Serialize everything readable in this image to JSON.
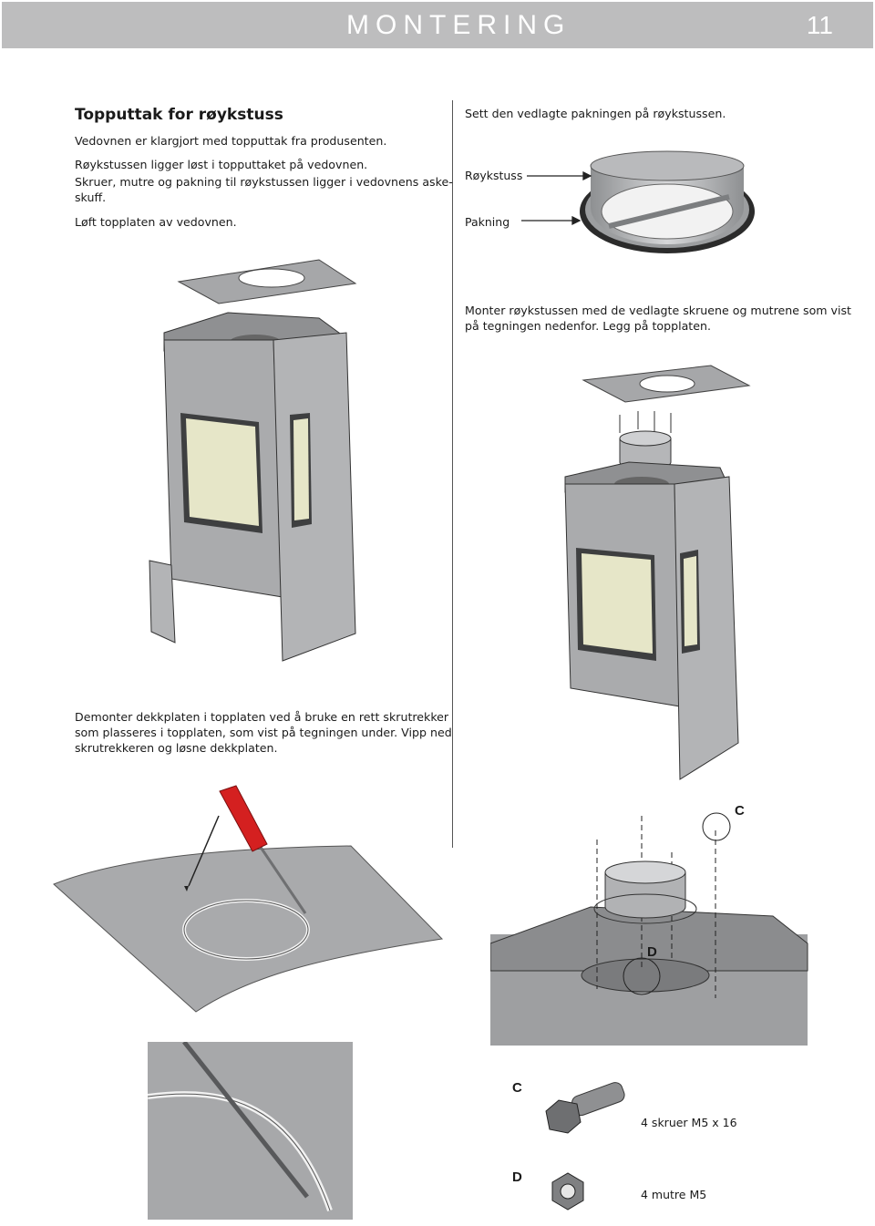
{
  "header": {
    "title": "MONTERING",
    "page_number": "11"
  },
  "left": {
    "heading": "Topputtak for røykstuss",
    "p1": "Vedovnen er klargjort med topputtak fra produsenten.",
    "p2a": "Røykstussen ligger løst i topputtaket på vedovnen.",
    "p2b": "Skruer, mutre og pakning til røykstussen ligger i vedovnens aske-",
    "p2c": "skuff.",
    "p3": "Løft topplaten av vedovnen.",
    "p4a": "Demonter dekkplaten i topplaten ved å bruke en rett skrutrekker",
    "p4b": "som plasseres i topplaten, som vist på tegningen under. Vipp ned",
    "p4c": "skrutrekkeren og løsne dekkplaten."
  },
  "right": {
    "p1": "Sett den vedlagte pakningen på røykstussen.",
    "label_stuss": "Røykstuss",
    "label_pakning": "Pakning",
    "p2a": "Monter røykstussen med de vedlagte skruene og mutrene som vist",
    "p2b": "på tegningen nedenfor. Legg på topplaten."
  },
  "parts": {
    "c_letter": "C",
    "d_letter": "D",
    "c_callout": "C",
    "d_callout": "D",
    "c_desc": "4 skruer M5 x 16",
    "d_desc": "4 mutre M5"
  },
  "colors": {
    "header_bg": "#bdbdbe",
    "metal": "#a9aaac",
    "glass": "#e6e6c8",
    "screwdriver": "#d42020"
  }
}
